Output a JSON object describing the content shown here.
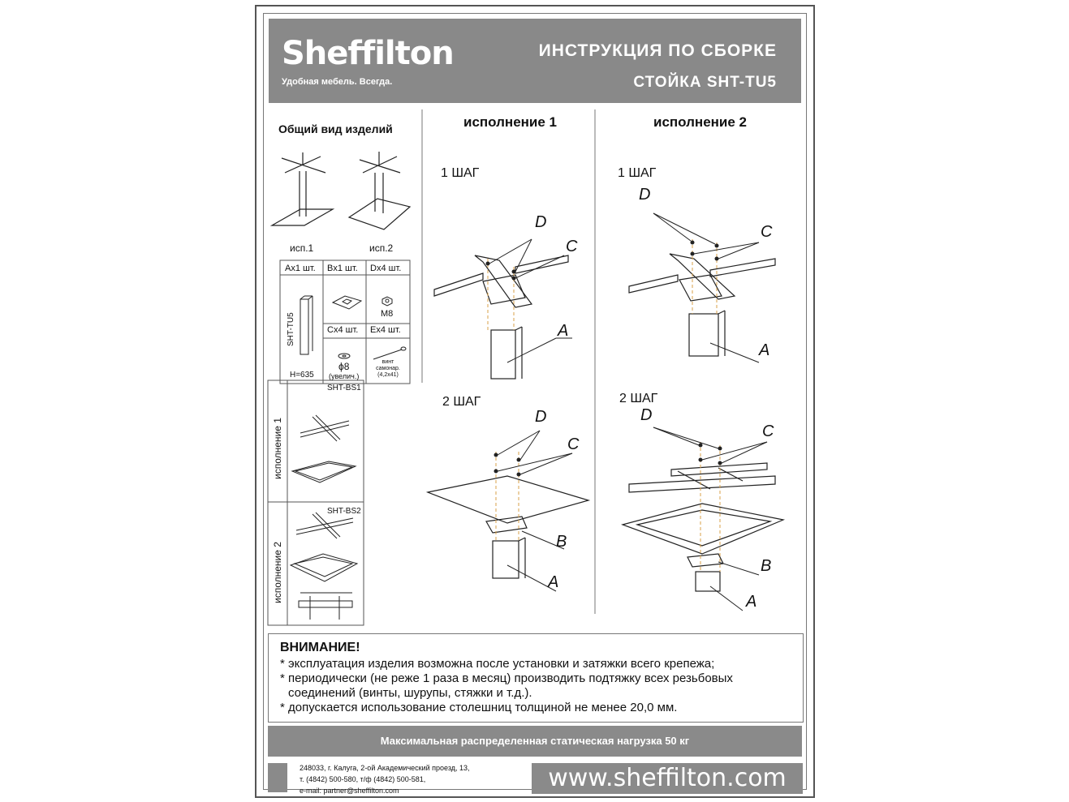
{
  "header": {
    "logo": "Sheffilton",
    "logo_tagline": "Удобная мебель. Всегда.",
    "title": "ИНСТРУКЦИЯ ПО СБОРКЕ",
    "subtitle": "СТОЙКА SHT-TU5"
  },
  "overview": {
    "title": "Общий вид изделий",
    "label_1": "исп.1",
    "label_2": "исп.2"
  },
  "parts_table": {
    "a_count": "Ax1 шт.",
    "b_count": "Bx1 шт.",
    "d_count": "Dx4 шт.",
    "c_count": "Cx4 шт.",
    "e_count": "Ex4 шт.",
    "a_model": "SHT-TU5",
    "a_height": "H=635",
    "d_spec": "M8",
    "c_spec": "ϕ8",
    "c_note": "(увелич.)",
    "e_note_1": "винт",
    "e_note_2": "самонар.",
    "e_note_3": "(4,2х41)"
  },
  "bases": {
    "bs1": "SHT-BS1",
    "bs2": "SHT-BS2",
    "variant_1": "исполнение 1",
    "variant_2": "исполнение 2"
  },
  "columns": {
    "variant_1": "исполнение 1",
    "variant_2": "исполнение 2"
  },
  "steps": {
    "step_1": "1 ШАГ",
    "step_2": "2 ШАГ"
  },
  "part_letters": {
    "a": "A",
    "b": "B",
    "c": "C",
    "d": "D"
  },
  "warning": {
    "title": "ВНИМАНИЕ!",
    "line_1": "* эксплуатация изделия возможна после установки и затяжки всего крепежа;",
    "line_2": "* периодически (не реже 1 раза в месяц) производить подтяжку всех резьбовых",
    "line_3": "соединений (винты, шурупы, стяжки и т.д.).",
    "line_4": "* допускается использование столешниц толщиной не менее 20,0 мм."
  },
  "load_note": "Максимальная распределенная статическая нагрузка 50 кг",
  "footer": {
    "address_1": "248033, г. Калуга, 2-ой Академический проезд, 13,",
    "address_2": "т. (4842) 500-580, т/ф (4842) 500-581,",
    "address_3": "e-mail: partner@sheffilton.com",
    "website": "www.sheffilton.com"
  },
  "colors": {
    "header_bg": "#898989",
    "line": "#222222",
    "guide": "#d9a24a"
  }
}
